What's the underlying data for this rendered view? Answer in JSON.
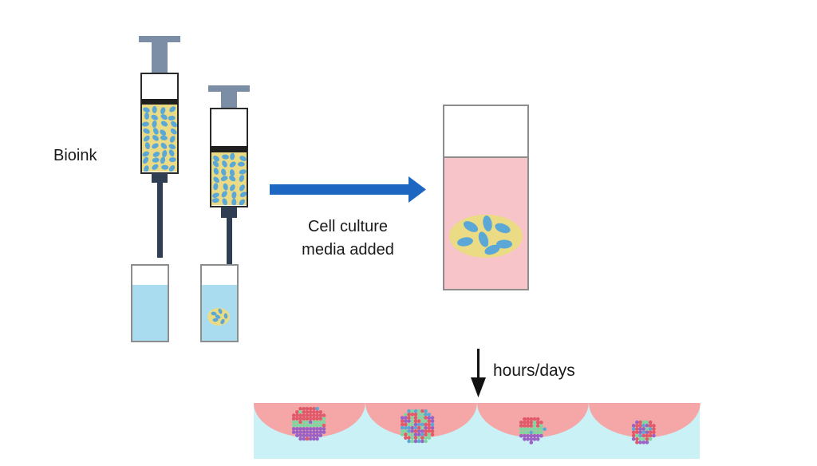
{
  "labels": {
    "bioink": "Bioink",
    "media_line1": "Cell culture",
    "media_line2": "media added",
    "time": "hours/days"
  },
  "colors": {
    "plunger": "#7b8ea5",
    "syringe_outline": "#2a2a2a",
    "bioink_fill": "#ecdb85",
    "cell": "#5ba8d6",
    "rod": "#2f3e52",
    "water": "#a9dcef",
    "media": "#f6c4c9",
    "arrow_blue": "#1d66c1",
    "well_pink": "#f4a7a6",
    "well_base": "#c9f1f6",
    "cell_red": "#e05a6a",
    "cell_green": "#7fd6a0",
    "cell_purple": "#9a62c4"
  },
  "icons": {
    "flow_arrow": "right-arrow-icon",
    "time_arrow": "down-arrow-icon"
  }
}
